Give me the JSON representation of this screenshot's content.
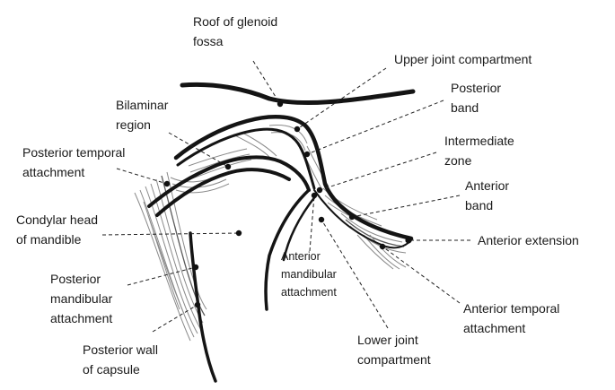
{
  "labels": {
    "roof": [
      "Roof of glenoid",
      "fossa"
    ],
    "upper_joint": [
      "Upper joint compartment"
    ],
    "posterior_band": [
      "Posterior",
      "band"
    ],
    "bilaminar": [
      "Bilaminar",
      "region"
    ],
    "intermediate": [
      "Intermediate",
      "zone"
    ],
    "post_temporal": [
      "Posterior temporal",
      "attachment"
    ],
    "anterior_band": [
      "Anterior",
      "band"
    ],
    "condylar": [
      "Condylar head",
      "of mandible"
    ],
    "anterior_ext": [
      "Anterior extension"
    ],
    "ant_mandibular": [
      "Anterior",
      "mandibular",
      "attachment"
    ],
    "post_mandibular": [
      "Posterior",
      "mandibular",
      "attachment"
    ],
    "ant_temporal": [
      "Anterior temporal",
      "attachment"
    ],
    "lower_joint": [
      "Lower joint",
      "compartment"
    ],
    "post_wall": [
      "Posterior wall",
      "of capsule"
    ]
  }
}
